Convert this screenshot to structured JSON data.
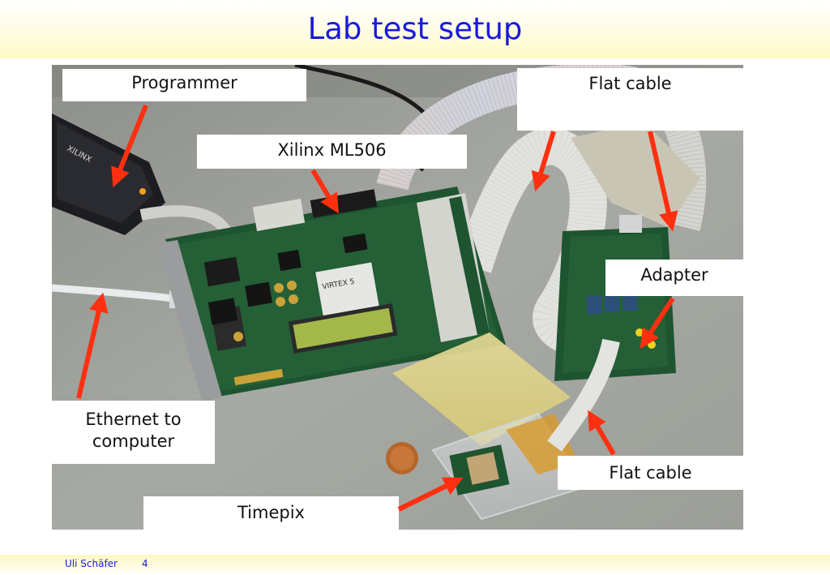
{
  "slide": {
    "title": "Lab test setup"
  },
  "labels": {
    "programmer": "Programmer",
    "flat_cable_top": "Flat cable",
    "xilinx_board": "Xilinx ML506",
    "adapter": "Adapter",
    "ethernet_line1": "Ethernet to",
    "ethernet_line2": "computer",
    "flat_cable_bottom": "Flat cable",
    "timepix": "Timepix"
  },
  "photo_text": {
    "xilinx_logo": "XILINX",
    "virtex_chip": "VIRTEX 5"
  },
  "footer": {
    "author": "Uli Schäfer",
    "page_number": "4"
  },
  "colors": {
    "title": "#1a1adc",
    "arrow": "#ff3010",
    "pcb": "#1f5a2c",
    "background": "#9a9c96"
  }
}
